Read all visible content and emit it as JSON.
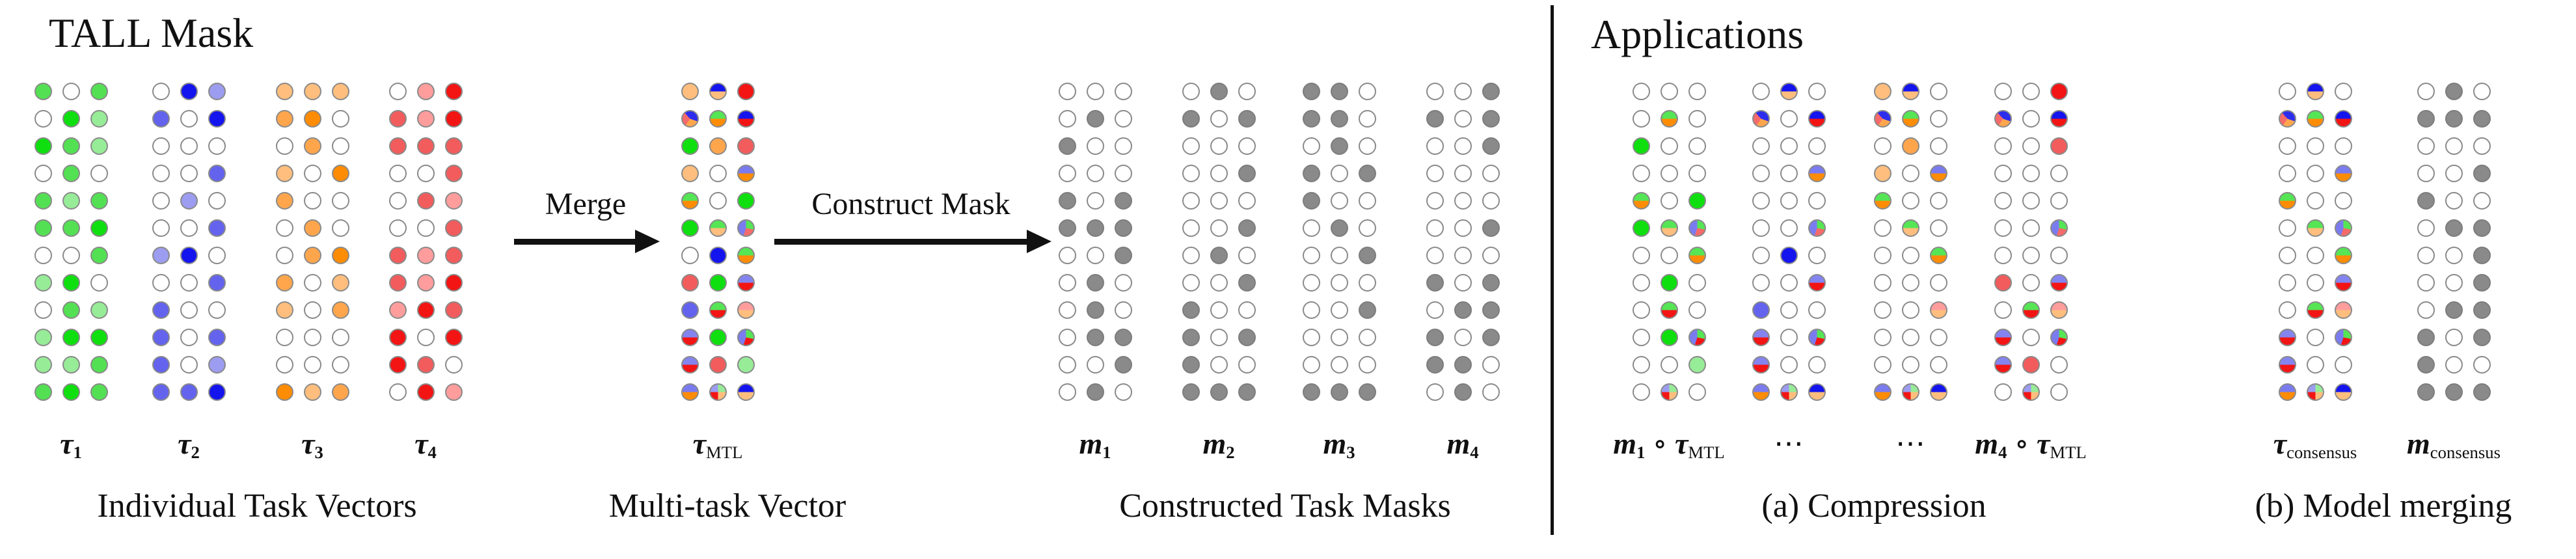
{
  "titles": {
    "left": "TALL Mask",
    "right": "Applications"
  },
  "arrows": [
    {
      "id": "merge",
      "label": "Merge"
    },
    {
      "id": "construct",
      "label": "Construct Mask"
    }
  ],
  "captions": [
    {
      "id": "individual",
      "text": "Individual Task Vectors"
    },
    {
      "id": "mtl",
      "text": "Multi-task Vector"
    },
    {
      "id": "masks",
      "text": "Constructed Task Masks"
    },
    {
      "id": "compression",
      "text": "(a) Compression"
    },
    {
      "id": "merging",
      "text": "(b) Model merging"
    }
  ],
  "palette": {
    "W": "#ffffff",
    "K": "#8a8a8a",
    "g1": "#97ec97",
    "g2": "#53e053",
    "g3": "#0fdf0f",
    "b1": "#9c9cf0",
    "b2": "#6363ee",
    "b3": "#1414ee",
    "o1": "#ffbe7d",
    "o2": "#ffa64d",
    "o3": "#ff8c05",
    "r1": "#ff9d9d",
    "r2": "#f25c5c",
    "r3": "#f31414",
    "Pbo3": "conic-gradient(from 90deg, #ffbe7d 0 50%, #1414ee 50% 100%)",
    "Pbo2": "conic-gradient(from 90deg, #ff8c05 0 50%, #7b7bf0 50% 100%)",
    "Pgo3": "conic-gradient(from 90deg, #ff8c05 0 50%, #55e555 50% 100%)",
    "Pgo1": "conic-gradient(from 90deg, #ffbe7d 0 50%, #55e555 50% 100%)",
    "Pbr3": "conic-gradient(from 90deg, #f31414 0 50%, #1414ee 50% 100%)",
    "Pbr2": "conic-gradient(from 90deg, #f31414 0 50%, #8484f0 50% 100%)",
    "Pgr": "conic-gradient(from 90deg, #f31414 0 50%, #55e555 50% 100%)",
    "Pro": "conic-gradient(from 90deg, #ffbe7d 0 50%, #ff9d9d 50% 100%)",
    "P3a": "conic-gradient(from 318deg, #2d2dee 0 42%, #ffa64d 42% 71%, #f56a6a 71% 100%)",
    "P3b": "conic-gradient(#55e555 0 28%, #f56a6a 28% 55%, #7b7bf0 55% 100%)",
    "P3c": "conic-gradient(#55e555 0 28%, #f31414 28% 55%, #7b7bf0 55% 100%)",
    "P4": "conic-gradient(#97ec97 0 25%, #ffbe7d 25% 50%, #f31414 50% 75%, #9c9cf0 75% 100%)"
  },
  "grids": [
    {
      "id": "tau1",
      "label": [
        {
          "t": "τ",
          "it": true,
          "b": true
        },
        {
          "t": "1",
          "sub": true,
          "b": true
        }
      ],
      "cells": [
        [
          "g2",
          "W",
          "g2"
        ],
        [
          "W",
          "g3",
          "g1"
        ],
        [
          "g3",
          "g2",
          "g1"
        ],
        [
          "W",
          "g2",
          "W"
        ],
        [
          "g2",
          "g1",
          "g2"
        ],
        [
          "g2",
          "g2",
          "g3"
        ],
        [
          "W",
          "W",
          "g2"
        ],
        [
          "g1",
          "g3",
          "W"
        ],
        [
          "W",
          "g2",
          "g1"
        ],
        [
          "g1",
          "g3",
          "g3"
        ],
        [
          "g1",
          "g1",
          "g2"
        ],
        [
          "g2",
          "g3",
          "g2"
        ]
      ]
    },
    {
      "id": "tau2",
      "label": [
        {
          "t": "τ",
          "it": true,
          "b": true
        },
        {
          "t": "2",
          "sub": true,
          "b": true
        }
      ],
      "cells": [
        [
          "W",
          "b3",
          "b1"
        ],
        [
          "b2",
          "W",
          "b3"
        ],
        [
          "W",
          "W",
          "W"
        ],
        [
          "W",
          "W",
          "b2"
        ],
        [
          "W",
          "b1",
          "W"
        ],
        [
          "W",
          "W",
          "b2"
        ],
        [
          "b1",
          "b3",
          "W"
        ],
        [
          "W",
          "W",
          "b2"
        ],
        [
          "b2",
          "W",
          "W"
        ],
        [
          "b2",
          "W",
          "b2"
        ],
        [
          "b2",
          "W",
          "b1"
        ],
        [
          "b2",
          "b2",
          "b3"
        ]
      ]
    },
    {
      "id": "tau3",
      "label": [
        {
          "t": "τ",
          "it": true,
          "b": true
        },
        {
          "t": "3",
          "sub": true,
          "b": true
        }
      ],
      "cells": [
        [
          "o1",
          "o1",
          "o1"
        ],
        [
          "o2",
          "o3",
          "W"
        ],
        [
          "W",
          "o2",
          "W"
        ],
        [
          "o1",
          "W",
          "o3"
        ],
        [
          "o2",
          "W",
          "W"
        ],
        [
          "W",
          "o2",
          "W"
        ],
        [
          "W",
          "o2",
          "o3"
        ],
        [
          "o2",
          "W",
          "o1"
        ],
        [
          "o1",
          "W",
          "o2"
        ],
        [
          "W",
          "W",
          "W"
        ],
        [
          "W",
          "W",
          "W"
        ],
        [
          "o3",
          "o1",
          "o2"
        ]
      ]
    },
    {
      "id": "tau4",
      "label": [
        {
          "t": "τ",
          "it": true,
          "b": true
        },
        {
          "t": "4",
          "sub": true,
          "b": true
        }
      ],
      "cells": [
        [
          "W",
          "r1",
          "r3"
        ],
        [
          "r2",
          "r1",
          "r3"
        ],
        [
          "r2",
          "r2",
          "r2"
        ],
        [
          "W",
          "W",
          "r2"
        ],
        [
          "W",
          "r2",
          "r1"
        ],
        [
          "W",
          "W",
          "r2"
        ],
        [
          "r2",
          "r1",
          "r2"
        ],
        [
          "r2",
          "r1",
          "r3"
        ],
        [
          "r1",
          "r3",
          "r2"
        ],
        [
          "r3",
          "W",
          "r3"
        ],
        [
          "r3",
          "r2",
          "W"
        ],
        [
          "W",
          "r3",
          "r1"
        ]
      ]
    },
    {
      "id": "mtl",
      "label": [
        {
          "t": "τ",
          "it": true,
          "b": true
        },
        {
          "t": "MTL",
          "sub": true
        }
      ],
      "cells": [
        [
          "o1",
          "Pbo3",
          "r3"
        ],
        [
          "P3a",
          "Pgo3",
          "Pbr3"
        ],
        [
          "g3",
          "o2",
          "r2"
        ],
        [
          "o1",
          "W",
          "Pbo2"
        ],
        [
          "Pgo3",
          "W",
          "g3"
        ],
        [
          "g3",
          "Pgo1",
          "P3b"
        ],
        [
          "W",
          "b3",
          "Pgo3"
        ],
        [
          "r2",
          "g3",
          "Pbr2"
        ],
        [
          "b2",
          "Pgr",
          "Pro"
        ],
        [
          "Pbr2",
          "g3",
          "P3c"
        ],
        [
          "Pbr2",
          "r2",
          "g1"
        ],
        [
          "Pbo2",
          "P4",
          "Pbo3"
        ]
      ]
    },
    {
      "id": "m1",
      "label": [
        {
          "t": "m",
          "it": true,
          "b": true
        },
        {
          "t": "1",
          "sub": true,
          "b": true
        }
      ],
      "cells": [
        [
          "W",
          "W",
          "W"
        ],
        [
          "W",
          "K",
          "W"
        ],
        [
          "K",
          "W",
          "W"
        ],
        [
          "W",
          "W",
          "W"
        ],
        [
          "K",
          "W",
          "K"
        ],
        [
          "K",
          "K",
          "K"
        ],
        [
          "W",
          "W",
          "K"
        ],
        [
          "W",
          "K",
          "W"
        ],
        [
          "W",
          "K",
          "W"
        ],
        [
          "W",
          "K",
          "K"
        ],
        [
          "W",
          "W",
          "K"
        ],
        [
          "W",
          "K",
          "W"
        ]
      ]
    },
    {
      "id": "m2",
      "label": [
        {
          "t": "m",
          "it": true,
          "b": true
        },
        {
          "t": "2",
          "sub": true,
          "b": true
        }
      ],
      "cells": [
        [
          "W",
          "K",
          "W"
        ],
        [
          "K",
          "W",
          "K"
        ],
        [
          "W",
          "W",
          "W"
        ],
        [
          "W",
          "W",
          "K"
        ],
        [
          "W",
          "W",
          "W"
        ],
        [
          "W",
          "W",
          "K"
        ],
        [
          "W",
          "K",
          "W"
        ],
        [
          "W",
          "W",
          "K"
        ],
        [
          "K",
          "W",
          "W"
        ],
        [
          "K",
          "W",
          "K"
        ],
        [
          "K",
          "W",
          "W"
        ],
        [
          "K",
          "K",
          "K"
        ]
      ]
    },
    {
      "id": "m3",
      "label": [
        {
          "t": "m",
          "it": true,
          "b": true
        },
        {
          "t": "3",
          "sub": true,
          "b": true
        }
      ],
      "cells": [
        [
          "K",
          "K",
          "W"
        ],
        [
          "K",
          "K",
          "W"
        ],
        [
          "W",
          "K",
          "W"
        ],
        [
          "K",
          "W",
          "K"
        ],
        [
          "K",
          "W",
          "W"
        ],
        [
          "W",
          "K",
          "W"
        ],
        [
          "W",
          "W",
          "K"
        ],
        [
          "W",
          "W",
          "W"
        ],
        [
          "W",
          "W",
          "K"
        ],
        [
          "W",
          "W",
          "W"
        ],
        [
          "W",
          "W",
          "W"
        ],
        [
          "K",
          "K",
          "K"
        ]
      ]
    },
    {
      "id": "m4",
      "label": [
        {
          "t": "m",
          "it": true,
          "b": true
        },
        {
          "t": "4",
          "sub": true,
          "b": true
        }
      ],
      "cells": [
        [
          "W",
          "W",
          "K"
        ],
        [
          "K",
          "W",
          "K"
        ],
        [
          "W",
          "W",
          "K"
        ],
        [
          "W",
          "W",
          "W"
        ],
        [
          "W",
          "W",
          "W"
        ],
        [
          "W",
          "W",
          "K"
        ],
        [
          "W",
          "W",
          "W"
        ],
        [
          "K",
          "W",
          "K"
        ],
        [
          "W",
          "K",
          "K"
        ],
        [
          "K",
          "W",
          "K"
        ],
        [
          "K",
          "K",
          "W"
        ],
        [
          "W",
          "K",
          "W"
        ]
      ]
    },
    {
      "id": "comp1",
      "label": [
        {
          "t": "m",
          "it": true,
          "b": true
        },
        {
          "t": "1",
          "sub": true,
          "b": true
        },
        {
          "t": " ∘ "
        },
        {
          "t": "τ",
          "it": true,
          "b": true
        },
        {
          "t": "MTL",
          "sub": true
        }
      ],
      "cells": [
        [
          "W",
          "W",
          "W"
        ],
        [
          "W",
          "Pgo3",
          "W"
        ],
        [
          "g3",
          "W",
          "W"
        ],
        [
          "W",
          "W",
          "W"
        ],
        [
          "Pgo3",
          "W",
          "g3"
        ],
        [
          "g3",
          "Pgo1",
          "P3b"
        ],
        [
          "W",
          "W",
          "Pgo3"
        ],
        [
          "W",
          "g3",
          "W"
        ],
        [
          "W",
          "Pgr",
          "W"
        ],
        [
          "W",
          "g3",
          "P3c"
        ],
        [
          "W",
          "W",
          "g1"
        ],
        [
          "W",
          "P4",
          "W"
        ]
      ]
    },
    {
      "id": "comp2",
      "label": [
        {
          "t": "⋯"
        }
      ],
      "cells": [
        [
          "W",
          "Pbo3",
          "W"
        ],
        [
          "P3a",
          "W",
          "Pbr3"
        ],
        [
          "W",
          "W",
          "W"
        ],
        [
          "W",
          "W",
          "Pbo2"
        ],
        [
          "W",
          "W",
          "W"
        ],
        [
          "W",
          "W",
          "P3b"
        ],
        [
          "W",
          "b3",
          "W"
        ],
        [
          "W",
          "W",
          "Pbr2"
        ],
        [
          "b2",
          "W",
          "W"
        ],
        [
          "Pbr2",
          "W",
          "P3c"
        ],
        [
          "Pbr2",
          "W",
          "W"
        ],
        [
          "Pbo2",
          "P4",
          "Pbo3"
        ]
      ]
    },
    {
      "id": "comp3",
      "label": [
        {
          "t": "⋯"
        }
      ],
      "cells": [
        [
          "o1",
          "Pbo3",
          "W"
        ],
        [
          "P3a",
          "Pgo3",
          "W"
        ],
        [
          "W",
          "o2",
          "W"
        ],
        [
          "o1",
          "W",
          "Pbo2"
        ],
        [
          "Pgo3",
          "W",
          "W"
        ],
        [
          "W",
          "Pgo1",
          "W"
        ],
        [
          "W",
          "W",
          "Pgo3"
        ],
        [
          "W",
          "W",
          "W"
        ],
        [
          "W",
          "W",
          "Pro"
        ],
        [
          "W",
          "W",
          "W"
        ],
        [
          "W",
          "W",
          "W"
        ],
        [
          "Pbo2",
          "P4",
          "Pbo3"
        ]
      ]
    },
    {
      "id": "comp4",
      "label": [
        {
          "t": "m",
          "it": true,
          "b": true
        },
        {
          "t": "4",
          "sub": true,
          "b": true
        },
        {
          "t": " ∘ "
        },
        {
          "t": "τ",
          "it": true,
          "b": true
        },
        {
          "t": "MTL",
          "sub": true
        }
      ],
      "cells": [
        [
          "W",
          "W",
          "r3"
        ],
        [
          "P3a",
          "W",
          "Pbr3"
        ],
        [
          "W",
          "W",
          "r2"
        ],
        [
          "W",
          "W",
          "W"
        ],
        [
          "W",
          "W",
          "W"
        ],
        [
          "W",
          "W",
          "P3b"
        ],
        [
          "W",
          "W",
          "W"
        ],
        [
          "r2",
          "W",
          "Pbr2"
        ],
        [
          "W",
          "Pgr",
          "Pro"
        ],
        [
          "Pbr2",
          "W",
          "P3c"
        ],
        [
          "Pbr2",
          "r2",
          "W"
        ],
        [
          "W",
          "P4",
          "W"
        ]
      ]
    },
    {
      "id": "taucons",
      "label": [
        {
          "t": "τ",
          "it": true,
          "b": true
        },
        {
          "t": "consensus",
          "sub": true
        }
      ],
      "cells": [
        [
          "W",
          "Pbo3",
          "W"
        ],
        [
          "P3a",
          "Pgo3",
          "Pbr3"
        ],
        [
          "W",
          "W",
          "W"
        ],
        [
          "W",
          "W",
          "Pbo2"
        ],
        [
          "Pgo3",
          "W",
          "W"
        ],
        [
          "W",
          "Pgo1",
          "P3b"
        ],
        [
          "W",
          "W",
          "Pgo3"
        ],
        [
          "W",
          "W",
          "Pbr2"
        ],
        [
          "W",
          "Pgr",
          "Pro"
        ],
        [
          "Pbr2",
          "W",
          "P3c"
        ],
        [
          "Pbr2",
          "W",
          "W"
        ],
        [
          "Pbo2",
          "P4",
          "Pbo3"
        ]
      ]
    },
    {
      "id": "mcons",
      "label": [
        {
          "t": "m",
          "it": true,
          "b": true
        },
        {
          "t": "consensus",
          "sub": true
        }
      ],
      "cells": [
        [
          "W",
          "K",
          "W"
        ],
        [
          "K",
          "K",
          "K"
        ],
        [
          "W",
          "W",
          "W"
        ],
        [
          "W",
          "W",
          "K"
        ],
        [
          "K",
          "W",
          "W"
        ],
        [
          "W",
          "K",
          "K"
        ],
        [
          "W",
          "W",
          "K"
        ],
        [
          "W",
          "W",
          "K"
        ],
        [
          "W",
          "K",
          "K"
        ],
        [
          "K",
          "W",
          "K"
        ],
        [
          "K",
          "W",
          "W"
        ],
        [
          "K",
          "K",
          "K"
        ]
      ]
    }
  ]
}
